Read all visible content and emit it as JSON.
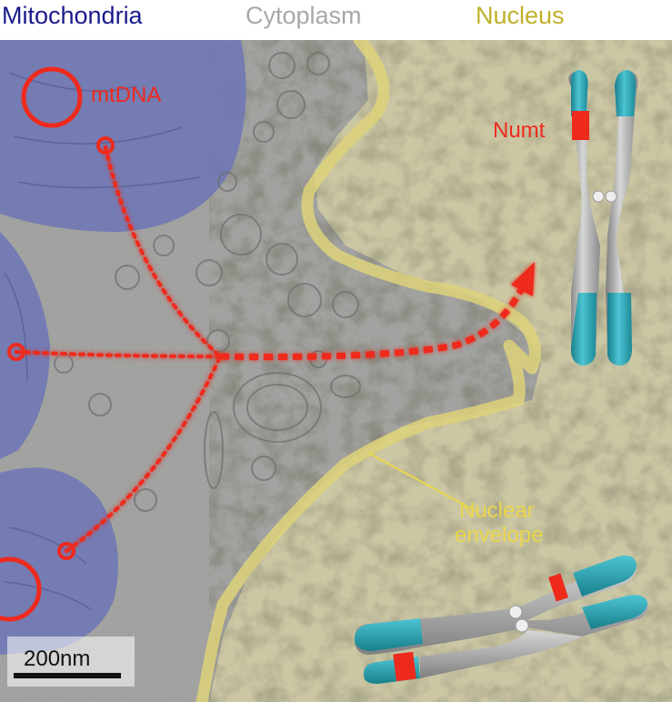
{
  "header": {
    "mitochondria": "Mitochondria",
    "cytoplasm": "Cytoplasm",
    "nucleus": "Nucleus"
  },
  "labels": {
    "mtdna": "mtDNA",
    "numt": "Numt",
    "nuclear_envelope_line1": "Nuclear",
    "nuclear_envelope_line2": "envelope"
  },
  "scale_bar": {
    "label": "200nm"
  },
  "colors": {
    "mitochondria": "#1a1a8c",
    "cytoplasm": "#a8a8a8",
    "nucleus": "#bfb12a",
    "red_marker": "#ee2a1d",
    "envelope": "#e1d27a",
    "chromosome_gray": "#a9a9a9",
    "chromosome_teal": "#2aa8b8"
  }
}
